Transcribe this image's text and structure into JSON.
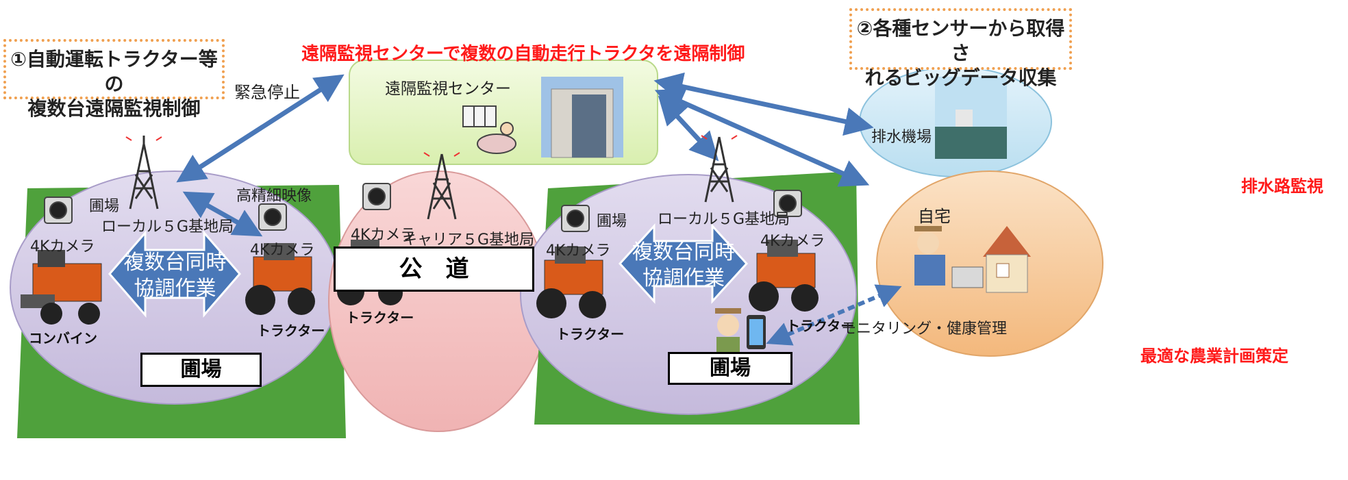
{
  "title_main": "遠隔監視センターで複数の自動走行トラクタを遠隔制御",
  "callout_left": {
    "line1": "①自動運転トラクター等の",
    "line2": "複数台遠隔監視制御"
  },
  "callout_right": {
    "line1": "②各種センサーから取得さ",
    "line2": "れるビッグデータ収集"
  },
  "emergency_stop": "緊急停止",
  "center": {
    "title": "遠隔監視センター"
  },
  "left_field": {
    "field": "圃場",
    "base_station": "ローカル５G基地局",
    "hd_video": "高精細映像",
    "camera1": "4Kカメラ",
    "camera2": "4Kカメラ",
    "coop1": "複数台同時",
    "coop2": "協調作業",
    "combine": "コンバイン",
    "tractor": "トラクター",
    "box_label": "圃場"
  },
  "public_road": {
    "camera": "4Kカメラ",
    "base_station": "キャリア５G基地局",
    "road": "公　道",
    "tractor": "トラクター"
  },
  "right_field": {
    "field": "圃場",
    "base_station": "ローカル５G基地局",
    "camera1": "4Kカメラ",
    "camera2": "4Kカメラ",
    "coop1": "複数台同時",
    "coop2": "協調作業",
    "tractor1": "トラクター",
    "tractor2": "トラクター",
    "box_label": "圃場"
  },
  "drainage": {
    "label": "排水機場",
    "monitor": "排水路監視"
  },
  "home": {
    "label": "自宅",
    "monitoring": "モニタリング・健康管理",
    "plan": "最適な農業計画策定"
  },
  "colors": {
    "accent_red": "#ff1a1a",
    "arrow_blue": "#4a78b8",
    "callout_border": "#f0a050",
    "center_bg": "#e6f5c4",
    "field_green": "#4fa13c",
    "oval_purple": "#d4cbe6",
    "oval_pink": "#f7c8c8",
    "oval_blue": "#cfe8f5",
    "oval_orange": "#f7cfa3"
  }
}
